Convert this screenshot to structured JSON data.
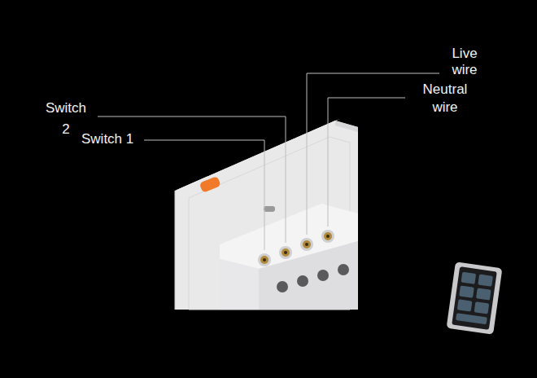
{
  "diagram": {
    "labels": [
      "Switch 2",
      "Switch 1",
      "Live wire",
      "Neutral wire"
    ]
  }
}
